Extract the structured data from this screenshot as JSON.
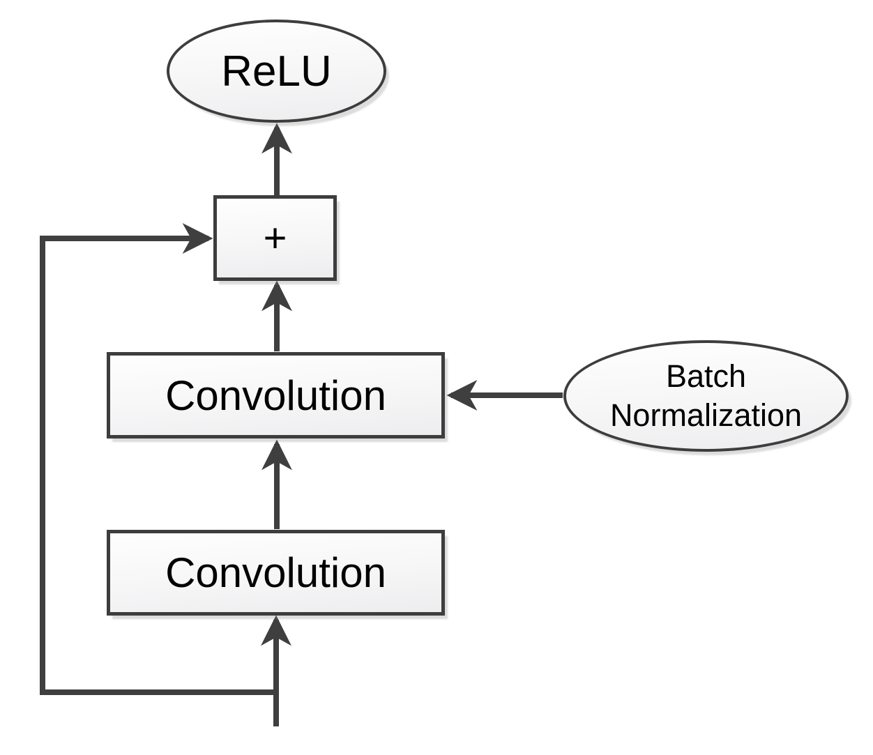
{
  "nodes": {
    "relu": {
      "label": "ReLU",
      "shape": "ellipse"
    },
    "plus": {
      "label": "+",
      "shape": "rect"
    },
    "conv_top": {
      "label": "Convolution",
      "shape": "rect"
    },
    "conv_bottom": {
      "label": "Convolution",
      "shape": "rect"
    },
    "batch_norm": {
      "label": "Batch Normalization",
      "shape": "ellipse"
    }
  },
  "edges": [
    {
      "from": "input",
      "to": "conv_bottom",
      "style": "arrow"
    },
    {
      "from": "conv_bottom",
      "to": "conv_top",
      "style": "arrow"
    },
    {
      "from": "conv_top",
      "to": "plus",
      "style": "arrow"
    },
    {
      "from": "plus",
      "to": "relu",
      "style": "arrow"
    },
    {
      "from": "batch_norm",
      "to": "conv_top",
      "style": "arrow"
    },
    {
      "from": "input",
      "to": "plus",
      "style": "arrow",
      "kind": "skip_connection"
    }
  ],
  "colors": {
    "line": "#3f3f3f",
    "node_border": "#3d3d3d",
    "node_fill_top": "#fefefe",
    "node_fill_bottom": "#ededef",
    "text": "#000000",
    "background": "#ffffff"
  }
}
